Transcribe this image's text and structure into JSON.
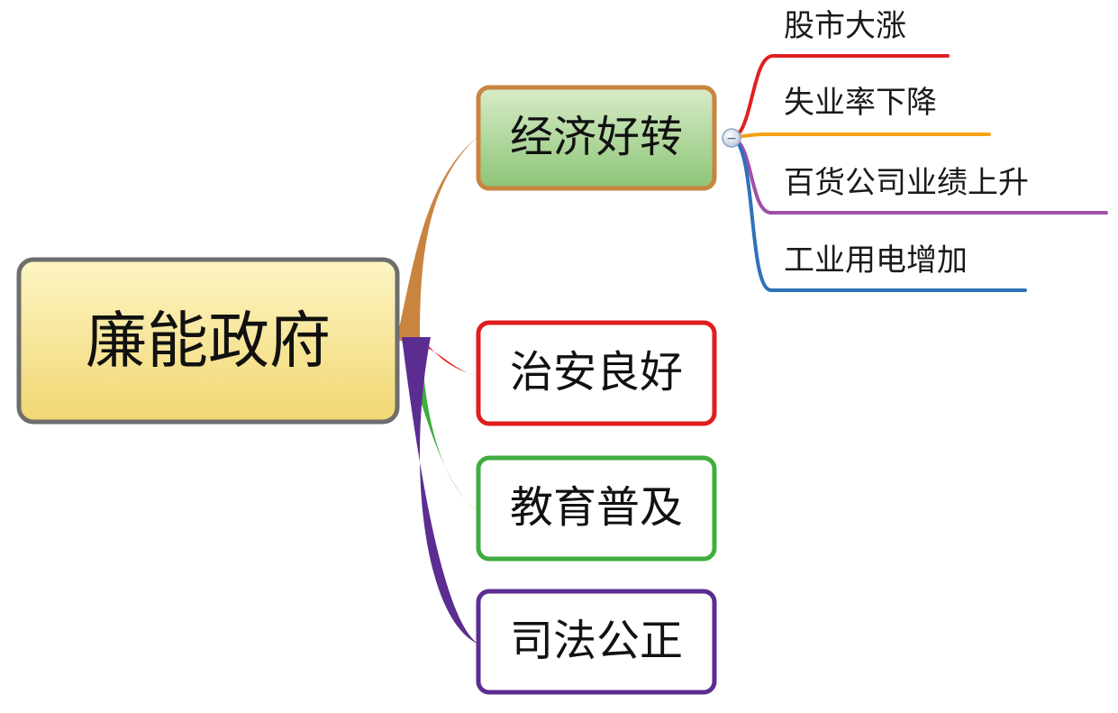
{
  "root": {
    "label": "廉能政府",
    "border_color": "#6e6e6e",
    "fill_top": "#fdf5c4",
    "fill_bottom": "#f1d772"
  },
  "branches": [
    {
      "id": "economy",
      "label": "经济好转",
      "color": "#c9843f",
      "filled": true,
      "fill_top": "#d8ecc8",
      "fill_bottom": "#8cc476",
      "collapse_toggle": "−",
      "children": [
        {
          "label": "股市大涨",
          "color": "#e02020"
        },
        {
          "label": "失业率下降",
          "color": "#f5a114"
        },
        {
          "label": "百货公司业绩上升",
          "color": "#a050a8"
        },
        {
          "label": "工业用电增加",
          "color": "#2f72b9"
        }
      ]
    },
    {
      "id": "security",
      "label": "治安良好",
      "color": "#e11d1d",
      "filled": false
    },
    {
      "id": "education",
      "label": "教育普及",
      "color": "#3fae3f",
      "filled": false
    },
    {
      "id": "justice",
      "label": "司法公正",
      "color": "#5b2d91",
      "filled": false
    }
  ]
}
